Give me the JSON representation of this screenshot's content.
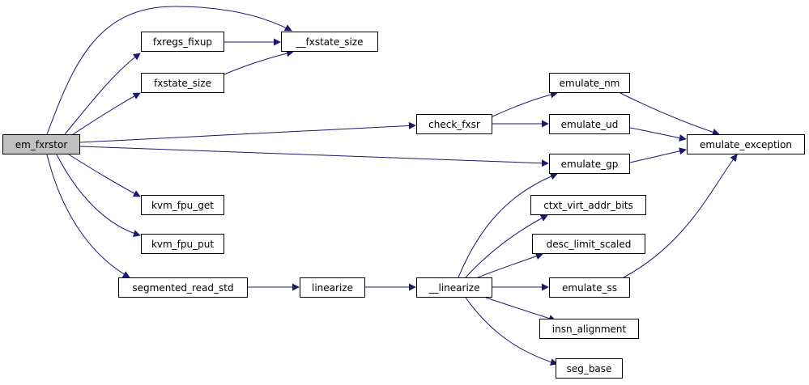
{
  "colors": {
    "edge": "#191970",
    "root_fill": "#bfbfbf",
    "node_fill": "#ffffff",
    "border": "#000000"
  },
  "nodes": {
    "em_fxrstor": "em_fxrstor",
    "fxregs_fixup": "fxregs_fixup",
    "fxstate_size_internal": "__fxstate_size",
    "fxstate_size": "fxstate_size",
    "check_fxsr": "check_fxsr",
    "emulate_nm": "emulate_nm",
    "emulate_ud": "emulate_ud",
    "emulate_exception": "emulate_exception",
    "emulate_gp": "emulate_gp",
    "kvm_fpu_get": "kvm_fpu_get",
    "kvm_fpu_put": "kvm_fpu_put",
    "ctxt_virt_addr_bits": "ctxt_virt_addr_bits",
    "desc_limit_scaled": "desc_limit_scaled",
    "segmented_read_std": "segmented_read_std",
    "linearize": "linearize",
    "linearize_internal": "__linearize",
    "emulate_ss": "emulate_ss",
    "insn_alignment": "insn_alignment",
    "seg_base": "seg_base"
  },
  "edges": [
    [
      "em_fxrstor",
      "fxstate_size_internal"
    ],
    [
      "em_fxrstor",
      "fxregs_fixup"
    ],
    [
      "em_fxrstor",
      "fxstate_size"
    ],
    [
      "em_fxrstor",
      "check_fxsr"
    ],
    [
      "em_fxrstor",
      "emulate_gp"
    ],
    [
      "em_fxrstor",
      "kvm_fpu_get"
    ],
    [
      "em_fxrstor",
      "kvm_fpu_put"
    ],
    [
      "em_fxrstor",
      "segmented_read_std"
    ],
    [
      "fxregs_fixup",
      "fxstate_size_internal"
    ],
    [
      "fxstate_size",
      "fxstate_size_internal"
    ],
    [
      "check_fxsr",
      "emulate_nm"
    ],
    [
      "check_fxsr",
      "emulate_ud"
    ],
    [
      "emulate_nm",
      "emulate_exception"
    ],
    [
      "emulate_ud",
      "emulate_exception"
    ],
    [
      "emulate_gp",
      "emulate_exception"
    ],
    [
      "segmented_read_std",
      "linearize"
    ],
    [
      "linearize",
      "linearize_internal"
    ],
    [
      "linearize_internal",
      "emulate_gp"
    ],
    [
      "linearize_internal",
      "ctxt_virt_addr_bits"
    ],
    [
      "linearize_internal",
      "desc_limit_scaled"
    ],
    [
      "linearize_internal",
      "emulate_ss"
    ],
    [
      "linearize_internal",
      "insn_alignment"
    ],
    [
      "linearize_internal",
      "seg_base"
    ],
    [
      "emulate_ss",
      "emulate_exception"
    ]
  ]
}
